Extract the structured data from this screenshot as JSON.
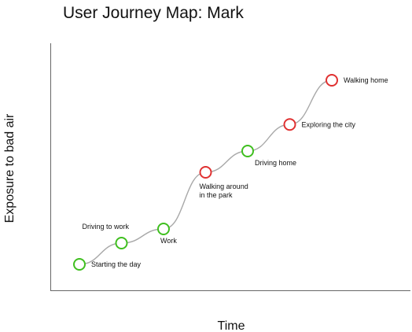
{
  "chart_data": {
    "type": "line",
    "title": "User Journey Map: Mark",
    "xlabel": "Time",
    "ylabel": "Exposure to bad air",
    "grid": false,
    "legend": "none",
    "colors": {
      "good": "#3fbf1f",
      "bad": "#e03131",
      "line": "#a8a8a8",
      "axis": "#666666",
      "text": "#111111"
    },
    "points": [
      {
        "label": "Starting the day",
        "t": 1,
        "exposure": 1.0,
        "status": "good",
        "label_pos": "right"
      },
      {
        "label": "Driving to work",
        "t": 2,
        "exposure": 1.6,
        "status": "good",
        "label_pos": "above-left"
      },
      {
        "label": "Work",
        "t": 3,
        "exposure": 2.0,
        "status": "good",
        "label_pos": "below"
      },
      {
        "label": "Walking around\nin the park",
        "t": 4,
        "exposure": 3.6,
        "status": "bad",
        "label_pos": "below-right"
      },
      {
        "label": "Driving home",
        "t": 5,
        "exposure": 4.2,
        "status": "good",
        "label_pos": "below-right"
      },
      {
        "label": "Exploring the city",
        "t": 6,
        "exposure": 4.95,
        "status": "bad",
        "label_pos": "right"
      },
      {
        "label": "Walking home",
        "t": 7,
        "exposure": 6.2,
        "status": "bad",
        "label_pos": "right"
      }
    ]
  }
}
